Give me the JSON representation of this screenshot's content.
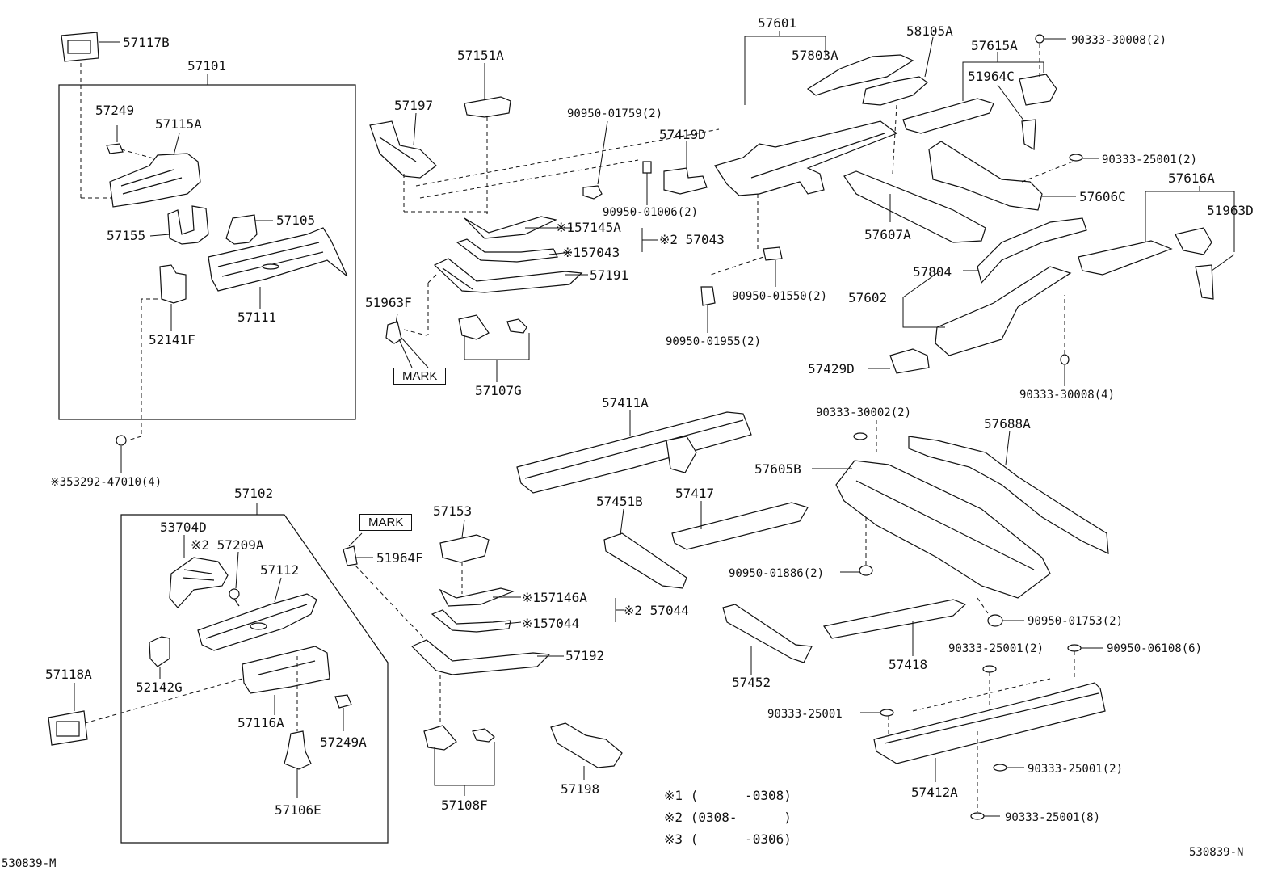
{
  "labels": {
    "p57117B": "57117B",
    "p57101": "57101",
    "p57249": "57249",
    "p57115A": "57115A",
    "p57155": "57155",
    "p57105": "57105",
    "p57111": "57111",
    "p52141F": "52141F",
    "p53292": "※353292-47010(4)",
    "p57151A": "57151A",
    "p57197": "57197",
    "p90950_01759": "90950-01759(2)",
    "p57419D": "57419D",
    "p90950_01006": "90950-01006(2)",
    "p57145A": "※157145A",
    "p57043a": "※157043",
    "p57043b": "※2 57043",
    "p57191": "57191",
    "p51963F": "51963F",
    "p57107G": "57107G",
    "p57601": "57601",
    "p57803A": "57803A",
    "p58105A": "58105A",
    "p57615A": "57615A",
    "p90333_30008a": "90333-30008(2)",
    "p51964C": "51964C",
    "p90333_25001a": "90333-25001(2)",
    "p57606C": "57606C",
    "p57616A": "57616A",
    "p51963D": "51963D",
    "p57607A": "57607A",
    "p57804": "57804",
    "p57602": "57602",
    "p90950_01550": "90950-01550(2)",
    "p90950_01955": "90950-01955(2)",
    "p57429D": "57429D",
    "p90333_30008b": "90333-30008(4)",
    "p57411A": "57411A",
    "p90333_30002": "90333-30002(2)",
    "p57688A": "57688A",
    "p57605B": "57605B",
    "p57451B": "57451B",
    "p57417": "57417",
    "p90950_01886": "90950-01886(2)",
    "p90950_01753": "90950-01753(2)",
    "p90333_25001b": "90333-25001(2)",
    "p90950_06108": "90950-06108(6)",
    "p57452": "57452",
    "p57418": "57418",
    "p90333_25001c": "90333-25001",
    "p90333_25001d": "90333-25001(2)",
    "p57412A": "57412A",
    "p90333_25001e": "90333-25001(8)",
    "p57102": "57102",
    "p53704D": "53704D",
    "p57209A": "※2 57209A",
    "p57112": "57112",
    "p57118A": "57118A",
    "p52142G": "52142G",
    "p57116A": "57116A",
    "p57249A": "57249A",
    "p57106E": "57106E",
    "p57153": "57153",
    "p51964F": "51964F",
    "p57146A": "※157146A",
    "p57044a": "※157044",
    "p57044b": "※2 57044",
    "p57192": "57192",
    "p57108F": "57108F",
    "p57198": "57198"
  },
  "mark_boxes": {
    "mark1": "MARK",
    "mark2": "MARK"
  },
  "notes": [
    {
      "mark": "※1",
      "text": "(      -0308)"
    },
    {
      "mark": "※2",
      "text": "(0308-      )"
    },
    {
      "mark": "※3",
      "text": "(      -0306)"
    }
  ],
  "codes": {
    "left": "530839-M",
    "right": "530839-N"
  }
}
